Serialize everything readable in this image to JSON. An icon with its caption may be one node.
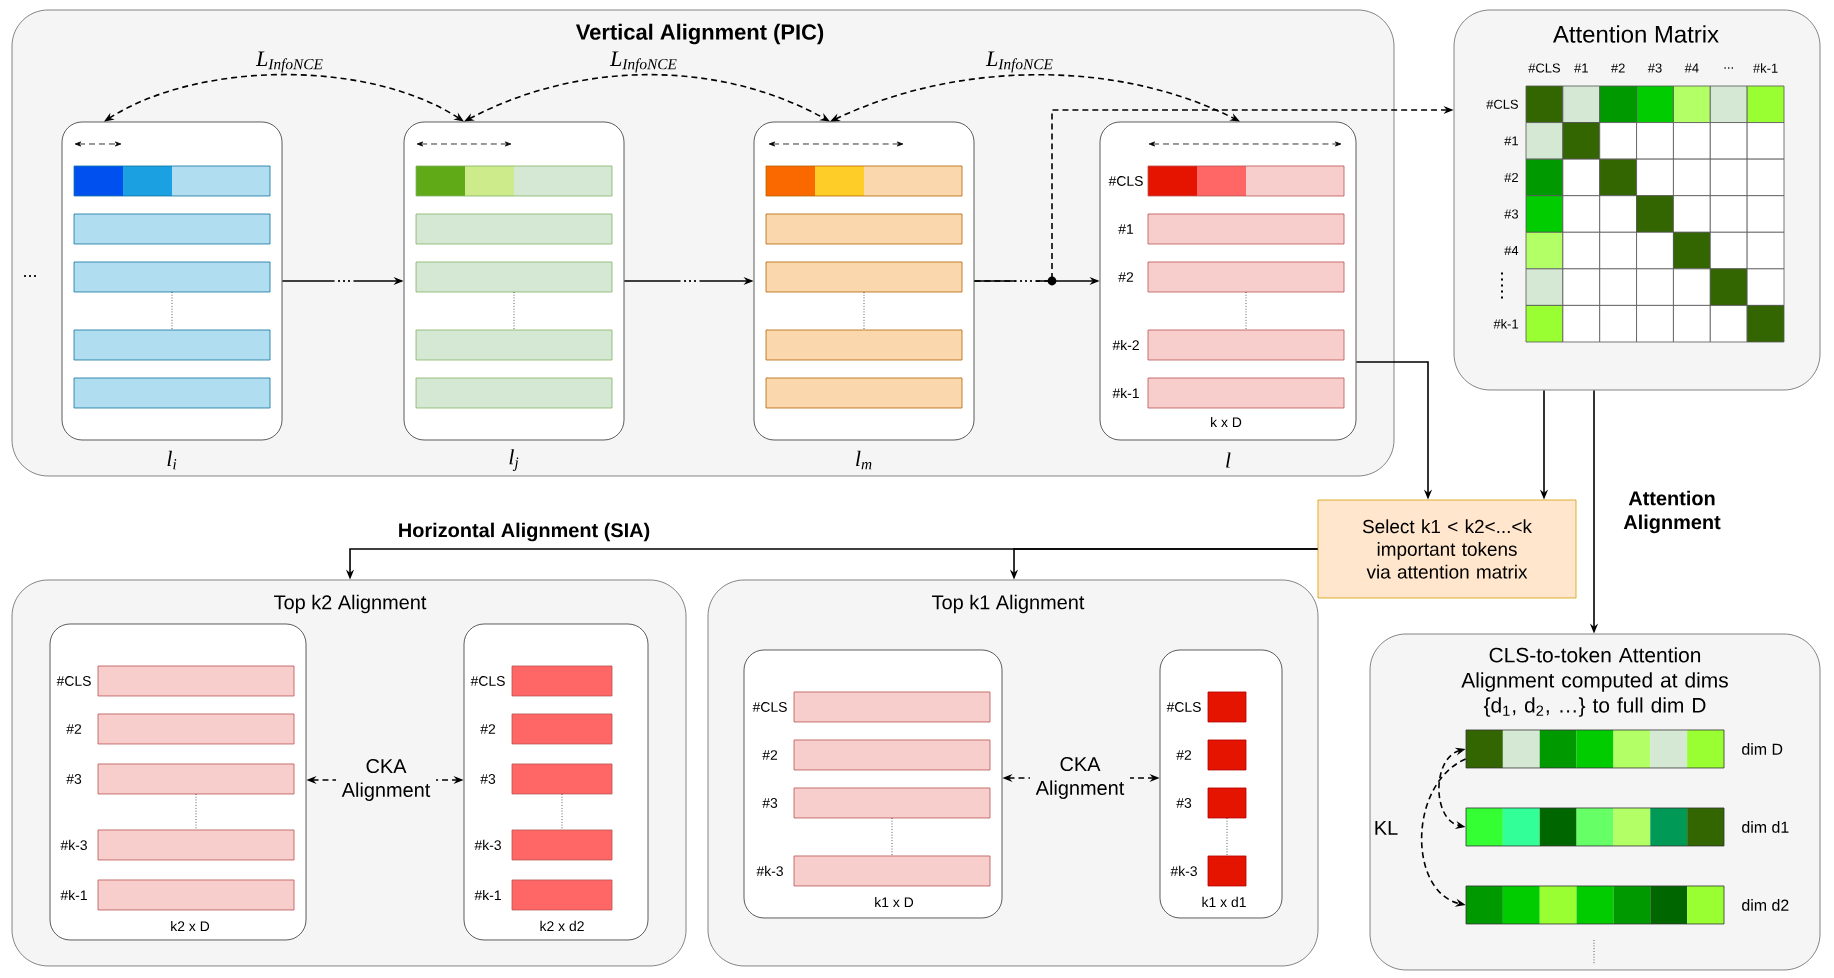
{
  "diagram": {
    "nodes": [
      {
        "text": [
          "Vertical Alignment (PIC)"
        ]
      },
      {
        "text": [],
        "shape": "box",
        "in": 0,
        "beside": [
          "l$_{i}$"
        ]
      },
      {
        "text": [],
        "shape": "box",
        "in": 0,
        "beside": [
          "l$_{j}$"
        ]
      },
      {
        "text": [],
        "shape": "box",
        "in": 0,
        "beside": [
          "l$_{m}$"
        ]
      },
      {
        "text": [
          "#CLS",
          "#1",
          "#2",
          "#k-2",
          "#k-1",
          "k x D"
        ],
        "in": 0,
        "beside": [
          "l"
        ]
      },
      {
        "text": [
          "Attention Matrix",
          "#CLS",
          "#1",
          "#2",
          "#3",
          "#4",
          "...",
          "#k-1",
          "#CLS",
          "#1",
          "#2",
          "#3",
          "#4",
          "#k-1"
        ]
      },
      {
        "text": [
          "Select k1 < k2<...<k important tokens via attention matrix"
        ]
      },
      {
        "text": [
          "Top k2 Alignment"
        ]
      },
      {
        "text": [
          "#CLS",
          "#2",
          "#3",
          "#k-3",
          "#k-1",
          "k2 x D"
        ],
        "in": 7
      },
      {
        "text": [
          "#CLS",
          "#2",
          "#3",
          "#k-3",
          "#k-1",
          "k2 x d2"
        ],
        "in": 7
      },
      {
        "text": [
          "Top k1 Alignment"
        ]
      },
      {
        "text": [
          "#CLS",
          "#2",
          "#3",
          "#k-3",
          "k1 x D"
        ],
        "in": 10
      },
      {
        "text": [
          "#CLS",
          "#2",
          "#3",
          "#k-3",
          "k1 x d1"
        ],
        "in": 10
      },
      {
        "text": [
          "CLS-to-token Attention Alignment computed at dims {d$_{1}$, d$_{2}$, …} to full dim D"
        ]
      },
      {
        "text": [],
        "shape": "bar",
        "in": 13,
        "beside": [
          "dim D"
        ]
      },
      {
        "text": [],
        "shape": "bar",
        "in": 13,
        "beside": [
          "dim d1"
        ]
      },
      {
        "text": [],
        "shape": "bar",
        "in": 13,
        "beside": [
          "dim d2"
        ]
      }
    ],
    "edges": [
      {
        "from": 1,
        "to": 2,
        "arrow": "to",
        "label": "..."
      },
      {
        "from": 2,
        "to": 3,
        "arrow": "to",
        "label": "..."
      },
      {
        "from": 3,
        "to": 4,
        "arrow": "to",
        "label": "..."
      },
      {
        "from": 1,
        "to": 2,
        "arrow": "both",
        "style": "dashed",
        "label": "L$_{InfoNCE}$"
      },
      {
        "from": 2,
        "to": 3,
        "arrow": "both",
        "style": "dashed",
        "label": "L$_{InfoNCE}$"
      },
      {
        "from": 3,
        "to": 4,
        "arrow": "both",
        "style": "dashed",
        "label": "L$_{InfoNCE}$"
      },
      {
        "from": 3,
        "to": 5,
        "arrow": "to",
        "style": "dashed"
      },
      {
        "from": 4,
        "to": 6,
        "arrow": "to"
      },
      {
        "from": 5,
        "to": 6,
        "arrow": "to"
      },
      {
        "from": 5,
        "to": 13,
        "arrow": "to",
        "label": "Attention Alignment"
      },
      {
        "from": 6,
        "to": 7,
        "arrow": "to",
        "label": "Horizontal Alignment (SIA)"
      },
      {
        "from": 6,
        "to": 10,
        "arrow": "to"
      },
      {
        "from": 8,
        "to": 9,
        "arrow": "both",
        "style": "dashed",
        "label": "CKA Alignment"
      },
      {
        "from": 11,
        "to": 12,
        "arrow": "both",
        "style": "dashed",
        "label": "CKA Alignment"
      },
      {
        "from": 14,
        "to": 15,
        "arrow": "both",
        "style": "dashed",
        "label": "KL"
      },
      {
        "from": 14,
        "to": 16,
        "arrow": "to",
        "style": "dashed"
      }
    ],
    "labels": [
      "..."
    ]
  }
}
